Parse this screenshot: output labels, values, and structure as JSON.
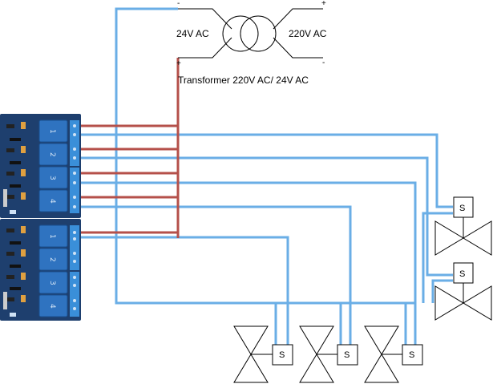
{
  "transformer": {
    "left_label": "24V AC",
    "right_label": "220V AC",
    "caption": "Transformer 220V AC/ 24V AC",
    "polarity_top_left": "-",
    "polarity_top_right": "+",
    "polarity_bottom_left": "+",
    "polarity_bottom_right": "-"
  },
  "relay_boards": [
    {
      "channels": [
        "1",
        "2",
        "3",
        "4"
      ]
    },
    {
      "channels": [
        "1",
        "2",
        "3",
        "4"
      ]
    }
  ],
  "solenoid_label": "S",
  "colors": {
    "low_voltage_wire": "#6aaee6",
    "power_wire": "#b5504a",
    "relay_board": "#1e3f6e",
    "relay": "#2f73c0"
  }
}
